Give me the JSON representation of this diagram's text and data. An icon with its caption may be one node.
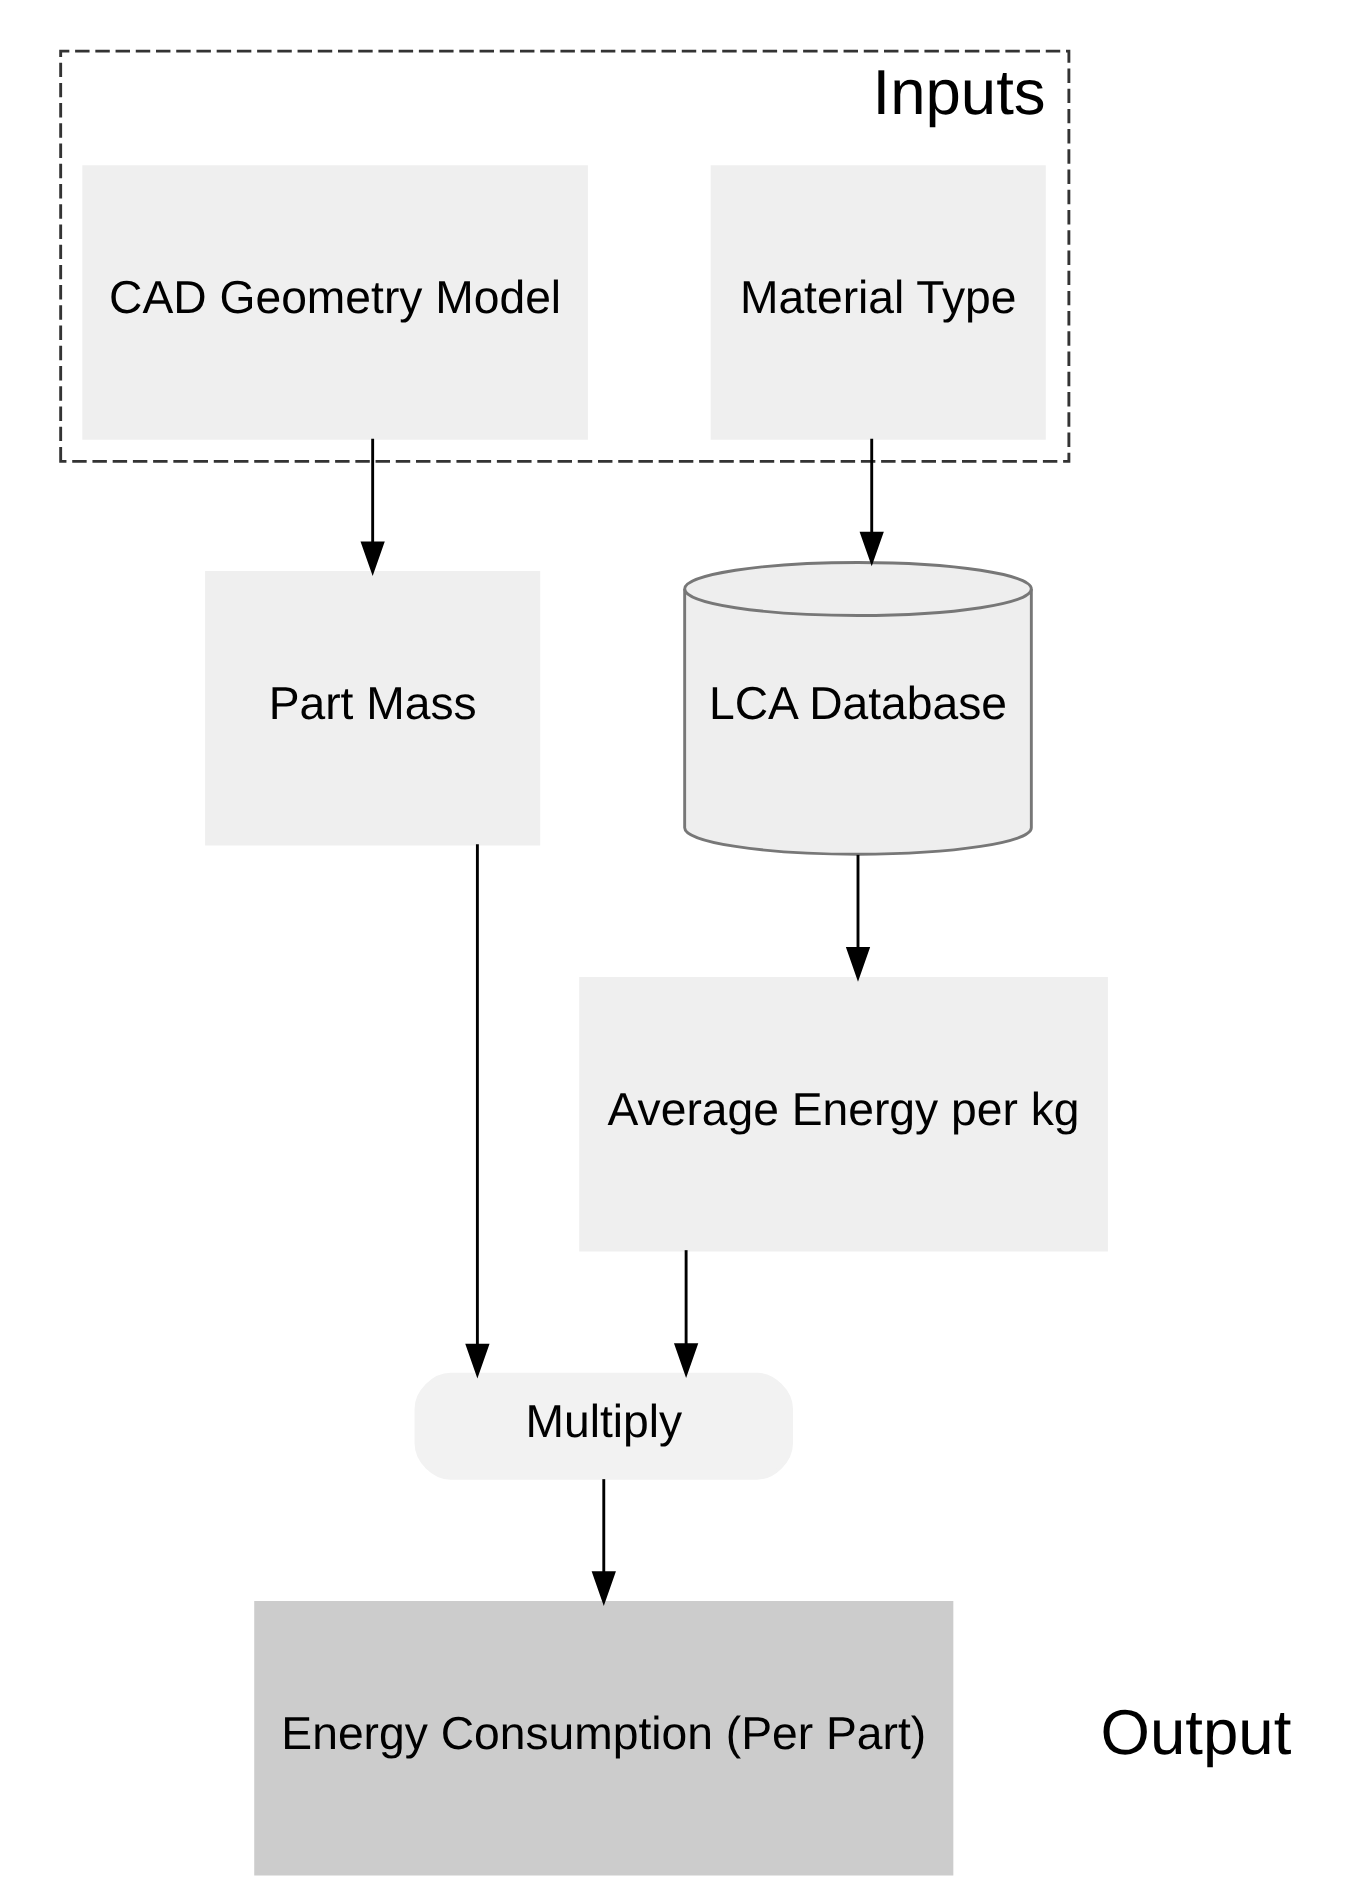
{
  "diagram": {
    "nodes": [
      {
        "text": [
          "Inputs"
        ]
      },
      {
        "text": [
          "CAD Geometry Model"
        ],
        "in": 0
      },
      {
        "text": [
          "Material Type"
        ],
        "in": 0
      },
      {
        "text": [
          "LCA Database"
        ]
      },
      {
        "text": [
          "Part Mass"
        ]
      },
      {
        "text": [
          "Average Energy per kg"
        ]
      },
      {
        "text": [
          "Multiply"
        ]
      },
      {
        "text": [
          "Energy Consumption (Per Part)"
        ],
        "beside": [
          "Output"
        ]
      }
    ],
    "edges": [
      {
        "from": 1,
        "to": 4,
        "arrow": "to"
      },
      {
        "from": 2,
        "to": 3,
        "arrow": "to"
      },
      {
        "from": 3,
        "to": 5,
        "arrow": "to"
      },
      {
        "from": 4,
        "to": 6,
        "arrow": "to"
      },
      {
        "from": 5,
        "to": 6,
        "arrow": "to"
      },
      {
        "from": 6,
        "to": 7,
        "arrow": "to"
      }
    ]
  }
}
